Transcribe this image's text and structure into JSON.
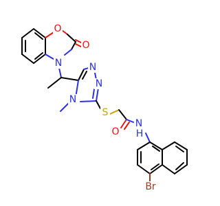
{
  "colors": {
    "carbon": "#000000",
    "nitrogen": "#2a31e8",
    "oxygen": "#e8140f",
    "sulfur": "#c8a10a",
    "bromine": "#9b3a1e",
    "background": "#ffffff"
  },
  "atoms": {
    "o_ring": "O",
    "o_ketone": "O",
    "n_oxazine": "N",
    "n_triazole_top": "N",
    "n_triazole_right": "N",
    "n_triazole_methyl": "N",
    "s_thioether": "S",
    "o_amide": "O",
    "n_amide": "N",
    "h_amide": "H",
    "br": "Br"
  }
}
